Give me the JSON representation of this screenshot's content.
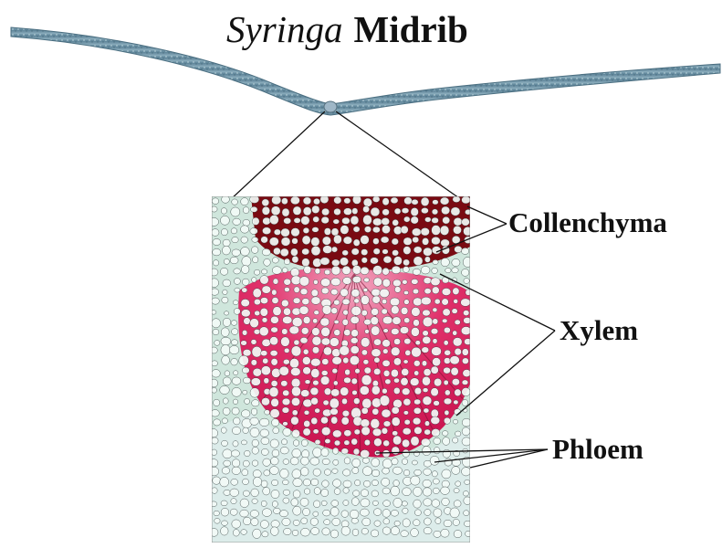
{
  "title": {
    "genus": "Syringa",
    "part": "Midrib"
  },
  "labels": {
    "collenchyma": "Collenchyma",
    "xylem": "Xylem",
    "phloem": "Phloem"
  },
  "colors": {
    "leaf": "#6d8fa3",
    "background": "#ffffff",
    "cell_wall": "#1e2a2a",
    "cell_lumen": "#f3fbf8",
    "collenchyma_stain": "#7a0a12",
    "xylem_stain": "#d81e58",
    "phloem_tissue": "#cfe6dc"
  }
}
